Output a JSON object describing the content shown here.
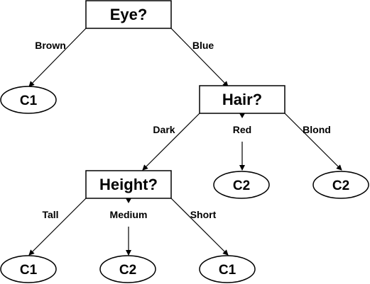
{
  "nodes": {
    "eye": "Eye?",
    "hair": "Hair?",
    "height": "Height?",
    "leaf_brown": "C1",
    "leaf_red": "C2",
    "leaf_blond": "C2",
    "leaf_tall": "C1",
    "leaf_medium": "C2",
    "leaf_short": "C1"
  },
  "edges": {
    "brown": "Brown",
    "blue": "Blue",
    "dark": "Dark",
    "red": "Red",
    "blond": "Blond",
    "tall": "Tall",
    "medium": "Medium",
    "short": "Short"
  }
}
